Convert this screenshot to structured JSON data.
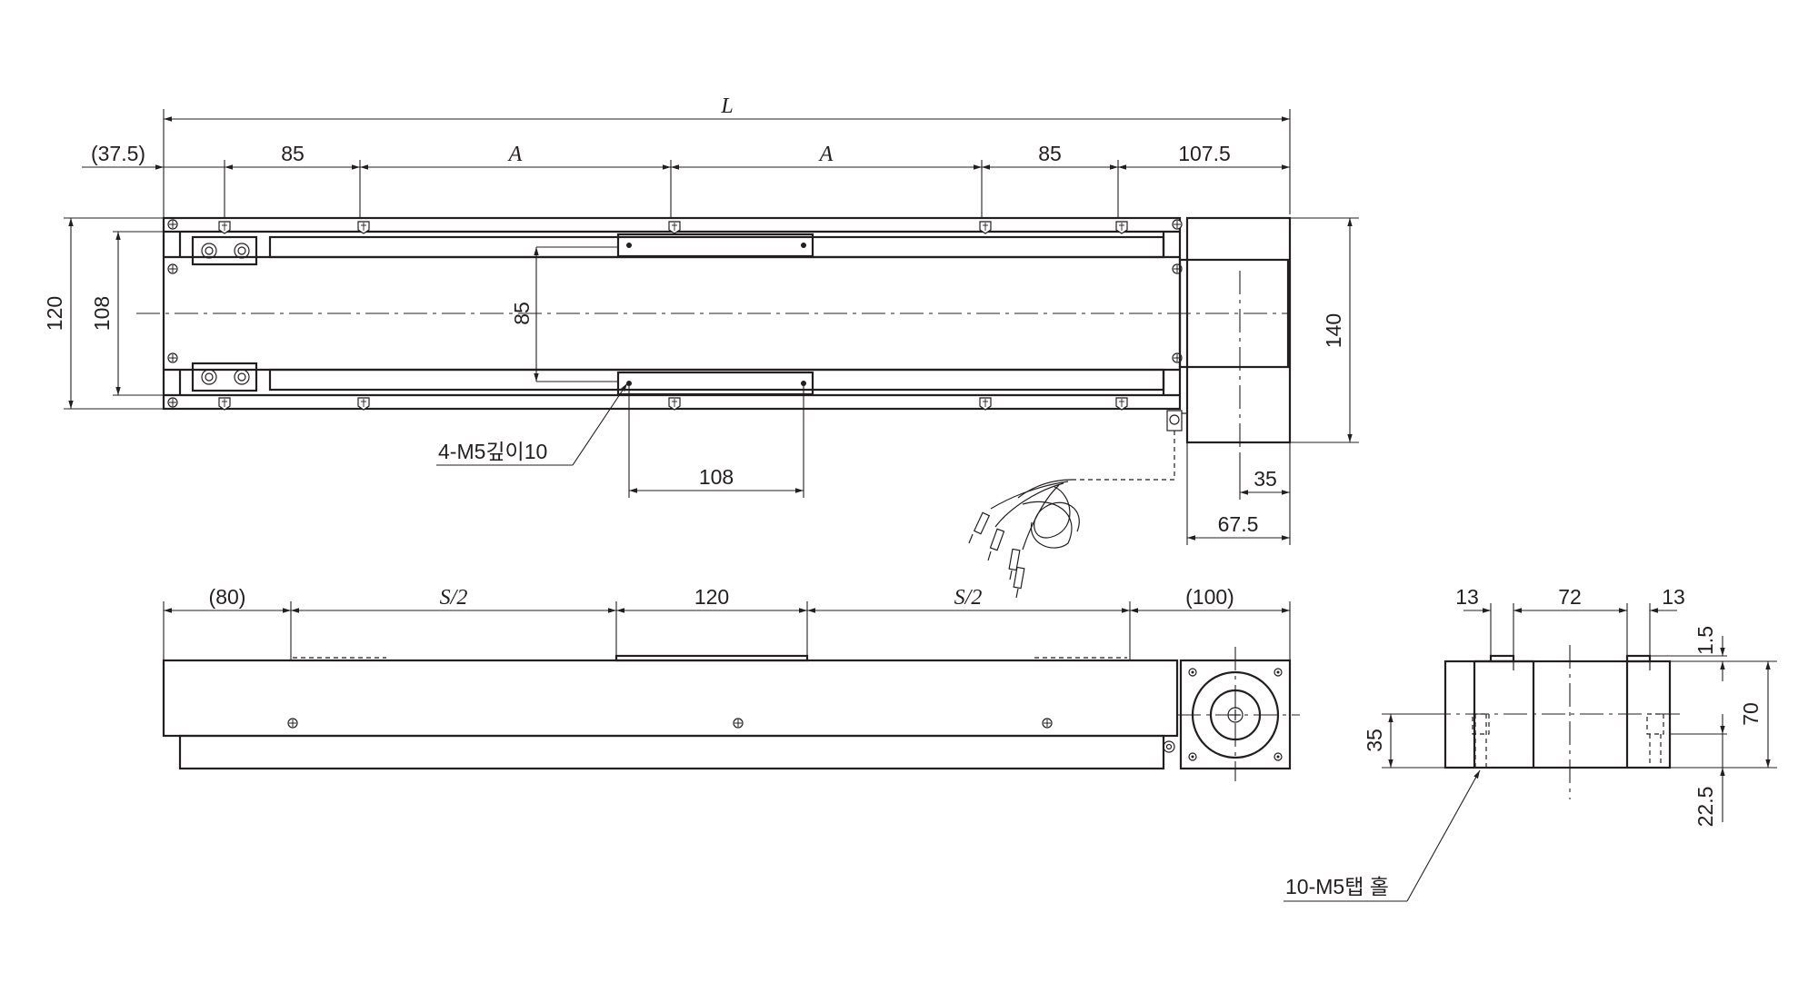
{
  "top_view": {
    "dim_overall": "L",
    "dim_left_offset": "(37.5)",
    "dim_pitch_left": "85",
    "dim_a_left": "A",
    "dim_a_right": "A",
    "dim_pitch_right": "85",
    "dim_right_end": "107.5",
    "dim_height_outer": "120",
    "dim_height_inner": "108",
    "dim_rail_span": "85",
    "dim_motor_height": "140",
    "dim_carriage_holes": "108",
    "dim_motor_35": "35",
    "dim_motor_67_5": "67.5",
    "callout_tapped": "4-M5깊이10"
  },
  "side_view": {
    "dim_left": "(80)",
    "dim_s_half_left": "S/2",
    "dim_table": "120",
    "dim_s_half_right": "S/2",
    "dim_right": "(100)"
  },
  "end_view": {
    "dim_13_left": "13",
    "dim_72": "72",
    "dim_13_right": "13",
    "dim_1_5": "1.5",
    "dim_70": "70",
    "dim_35": "35",
    "dim_22_5": "22.5",
    "callout_tap_holes": "10-M5탭 홀"
  }
}
